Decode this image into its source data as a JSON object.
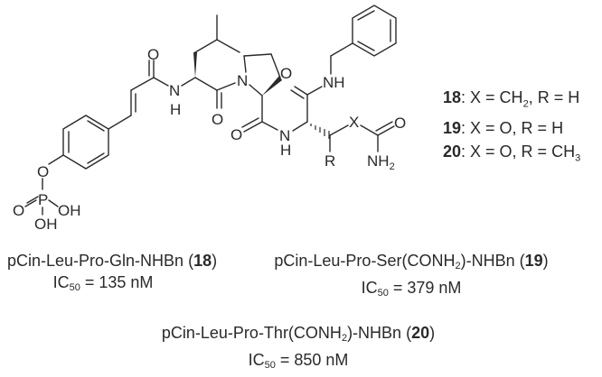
{
  "figure": {
    "type": "chemical-structure-scheme",
    "structure": {
      "atom_labels": {
        "phenol_o": "O",
        "phosphorus": "P",
        "p_double_o": "O",
        "p_oh_right": "OH",
        "p_oh_bottom": "OH",
        "amide1_o": "O",
        "amide1_n": "N",
        "amide1_h": "H",
        "leu_co_o": "O",
        "pro_n": "N",
        "pro_co_o": "O",
        "amide3_n": "N",
        "amide3_h": "H",
        "cterm_o": "O",
        "cterm_nh": "NH",
        "x_group": "X",
        "r_group": "R",
        "carbamoyl_o": "O",
        "nh2_n": "NH",
        "nh2_sub": "2"
      }
    },
    "legend": [
      {
        "compound": "18",
        "text": ": X = CH",
        "sub": "2",
        "tail": ", R = H"
      },
      {
        "compound": "19",
        "text": ": X = O, R = H",
        "sub": "",
        "tail": ""
      },
      {
        "compound": "20",
        "text": ": X = O, R = CH",
        "sub": "3",
        "tail": ""
      }
    ],
    "captions": [
      {
        "name_pre": "pCin-Leu-Pro-Gln-NHBn (",
        "name_sub": "",
        "name_post": "",
        "compound": "18",
        "close": ")",
        "ic_label": "IC",
        "ic_sub": "50",
        "ic_value": " = 135 nM"
      },
      {
        "name_pre": "pCin-Leu-Pro-Ser(CONH",
        "name_sub": "2",
        "name_post": ")-NHBn (",
        "compound": "19",
        "close": ")",
        "ic_label": "IC",
        "ic_sub": "50",
        "ic_value": " = 379 nM"
      },
      {
        "name_pre": "pCin-Leu-Pro-Thr(CONH",
        "name_sub": "2",
        "name_post": ")-NHBn (",
        "compound": "20",
        "close": ")",
        "ic_label": "IC",
        "ic_sub": "50",
        "ic_value": " = 850 nM"
      }
    ]
  }
}
